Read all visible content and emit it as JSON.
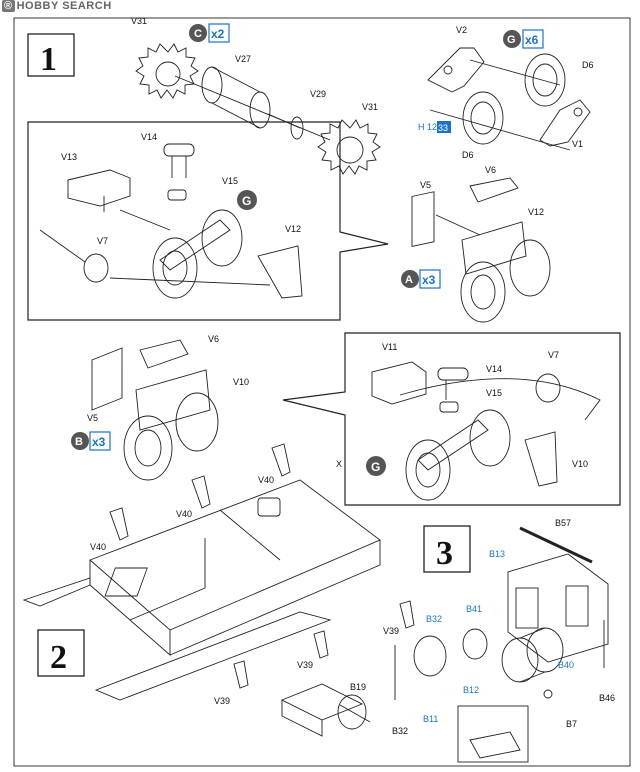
{
  "watermark": {
    "text": "HOBBY SEARCH"
  },
  "steps": {
    "s1": "1",
    "s2": "2",
    "s3": "3"
  },
  "badges": {
    "c": {
      "letter": "C",
      "mult": "x2"
    },
    "g": {
      "letter": "G",
      "mult": "x6"
    },
    "a": {
      "letter": "A",
      "mult": "x3"
    },
    "b": {
      "letter": "B",
      "mult": "x3"
    },
    "g_inset1": {
      "letter": "G"
    },
    "g_inset2": {
      "letter": "G"
    }
  },
  "labels": {
    "v31a": "V31",
    "v27": "V27",
    "v29": "V29",
    "v31b": "V31",
    "v2": "V2",
    "d6a": "D6",
    "d6b": "D6",
    "v1": "V1",
    "h12": "H 12",
    "h12num": "33",
    "v14a": "V14",
    "v13": "V13",
    "v15a": "V15",
    "v7a": "V7",
    "v12a": "V12",
    "v5a": "V5",
    "v6a": "V6",
    "v12b": "V12",
    "v6b": "V6",
    "v10a": "V10",
    "v5b": "V5",
    "v11": "V11",
    "v7b": "V7",
    "v14b": "V14",
    "v15b": "V15",
    "v10b": "V10",
    "v40a": "V40",
    "v40b": "V40",
    "v40c": "V40",
    "x": "X",
    "v39a": "V39",
    "v39b": "V39",
    "v39c": "V39",
    "b57": "B57",
    "b13": "B13",
    "b41": "B41",
    "b32a": "B32",
    "b40": "B40",
    "b12": "B12",
    "b19": "B19",
    "b11": "B11",
    "b32b": "B32",
    "b46": "B46",
    "b7": "B7"
  },
  "colors": {
    "blue": "#1a73c9",
    "badge": "#555555",
    "line": "#222222"
  }
}
